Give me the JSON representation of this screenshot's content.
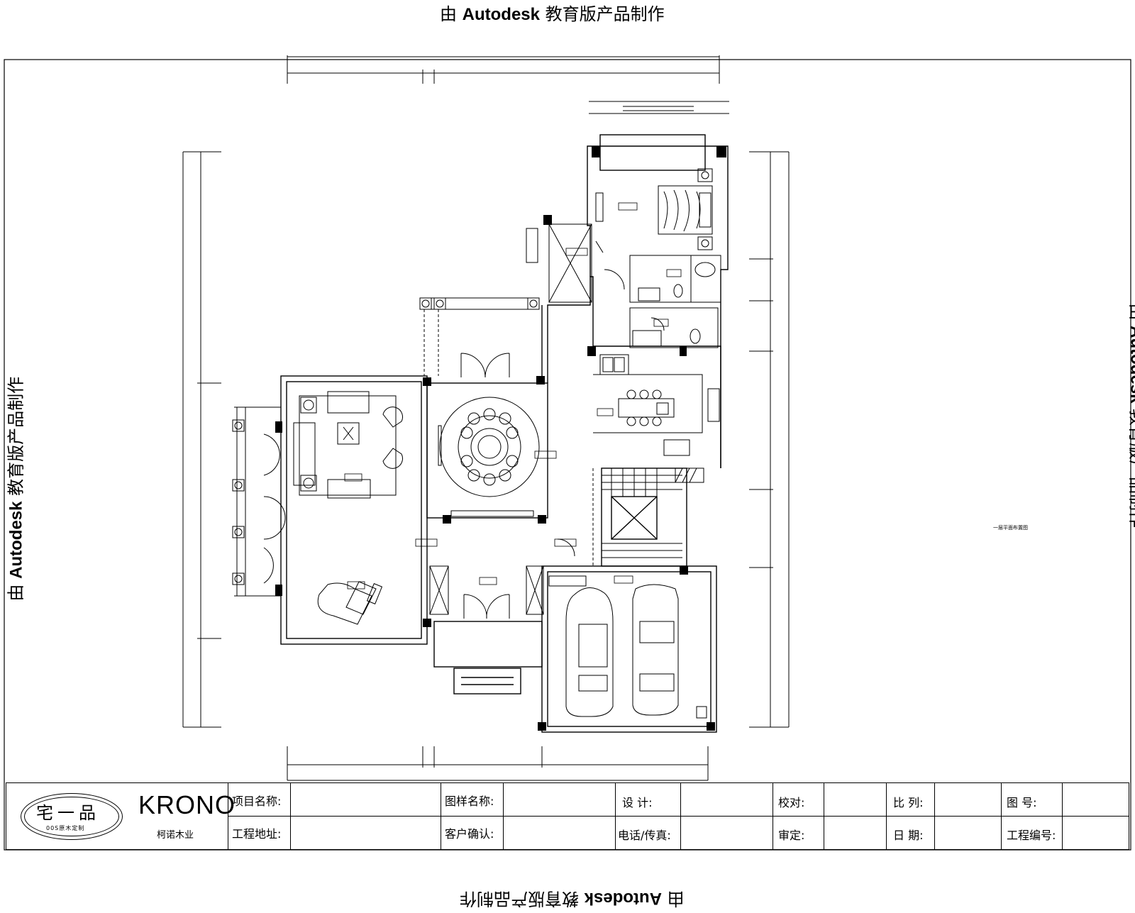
{
  "watermark": {
    "prefix": "由",
    "brand": "Autodesk",
    "suffix": "教育版产品制作"
  },
  "plan": {
    "note_right": "一层平面布置图"
  },
  "title_block": {
    "logo_text": "宅一品",
    "logo_subtext": "00S原木定制",
    "company_en": "KRONO",
    "company_cn": "柯诺木业",
    "fields": {
      "project_name": "项目名称:",
      "project_address": "工程地址:",
      "drawing_name": "图样名称:",
      "client_confirm": "客户确认:",
      "design": "设  计:",
      "phone_fax": "电话/传真:",
      "proofread": "校对:",
      "review": "审定:",
      "scale": "比  列:",
      "date": "日  期:",
      "drawing_no": "图  号:",
      "project_no": "工程编号:"
    }
  }
}
